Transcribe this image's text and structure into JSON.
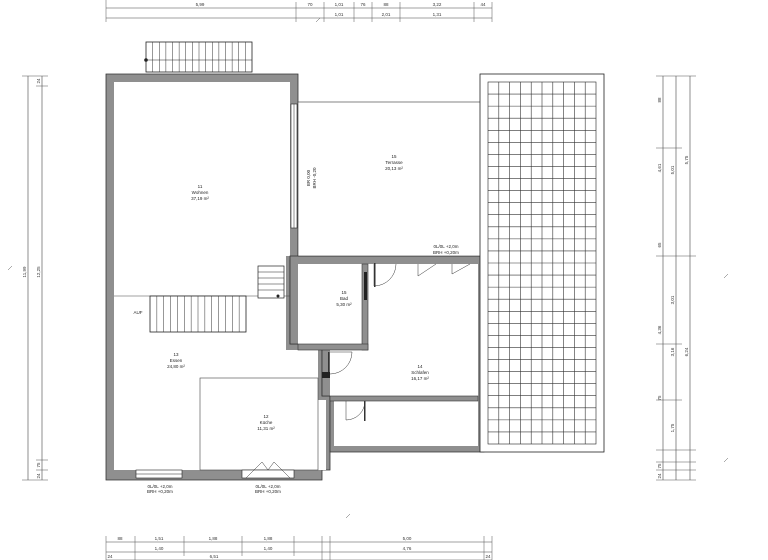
{
  "rooms": {
    "wohnen": {
      "num": "11",
      "name": "Wohnen",
      "area": "37,19 m²"
    },
    "terrasse": {
      "num": "15",
      "name": "Terrasse",
      "area": "20,13 m²"
    },
    "bad": {
      "num": "15",
      "name": "Bad",
      "area": "5,30 m²"
    },
    "essen": {
      "num": "13",
      "name": "Essen",
      "area": "24,80 m²"
    },
    "schlafen": {
      "num": "14",
      "name": "Schlafen",
      "area": "16,17 m²"
    },
    "kueche": {
      "num": "12",
      "name": "Küche",
      "area": "11,31 m²"
    }
  },
  "labels": {
    "auf": "AUF",
    "win_wohnen_1": "BR 0,00",
    "win_wohnen_2": "BRH -0,20",
    "win_terrasse_1": "0L/0L +2,0m",
    "win_terrasse_2": "BRH +0,20m",
    "win_bottom_left_1": "0L/0L +2,0m",
    "win_bottom_left_2": "BRH +0,20m",
    "win_bottom_mid_1": "0L/0L +2,0m",
    "win_bottom_mid_2": "BRH +0,20m"
  },
  "dims": {
    "top_row1": [
      "5,99",
      "70",
      "1,01",
      "76",
      "88",
      "3,22",
      "44"
    ],
    "top_row2": [
      "1,01",
      "2,01",
      "1,31"
    ],
    "bottom_row1": [
      "88",
      "1,51",
      "1,88",
      "1,88",
      "5,00"
    ],
    "bottom_row2": [
      "1,40",
      "1,40",
      "4,76"
    ],
    "bottom_row3": [
      "24",
      "6,51",
      "24"
    ],
    "left_outer": "11,99",
    "left_inner": "12,25",
    "left_seg_top": "24",
    "left_seg_bottom_1": "75",
    "left_seg_bottom_2": "24",
    "right_col1": [
      "88",
      "4,61",
      "65",
      "4,36",
      "75",
      "75",
      "24"
    ],
    "right_col2": [
      "5,01",
      "3,01",
      "3,16",
      "1,75"
    ],
    "right_outer": "6,24",
    "right_top": "5,75"
  }
}
